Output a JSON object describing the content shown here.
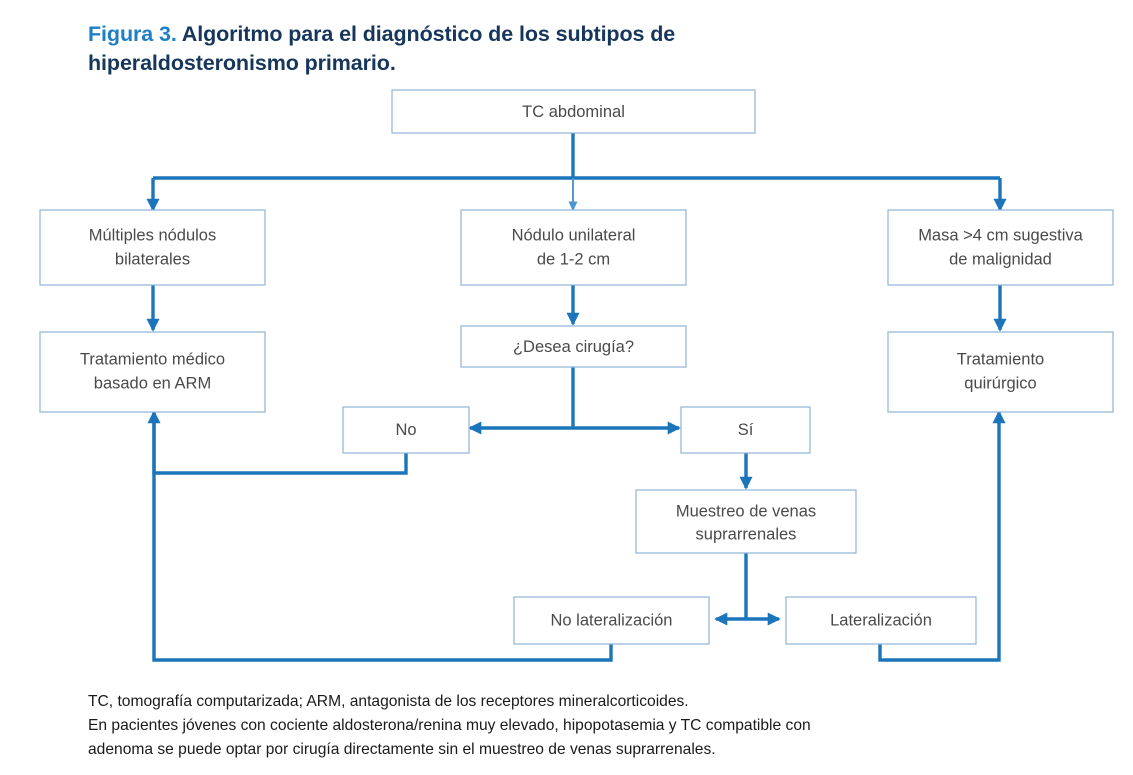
{
  "title": {
    "figure_number": "Figura 3.",
    "text": "Algoritmo para el diagnóstico de los subtipos de hiperaldosteronismo primario.",
    "number_color": "#1f7fc4",
    "text_color": "#16365c"
  },
  "colors": {
    "connector": "#1b75bb",
    "connector_thin": "#4a95d0",
    "box_border": "#8eb4d6",
    "box_fill": "#ffffff",
    "node_text": "#4a4a4a"
  },
  "chart_data": {
    "type": "diagram",
    "subtype": "flowchart",
    "title": "Algoritmo para el diagnóstico de los subtipos de hiperaldosteronismo primario.",
    "nodes": [
      {
        "id": "tc",
        "label": "TC abdominal",
        "lines": [
          "TC abdominal"
        ]
      },
      {
        "id": "multiples",
        "label": "Múltiples nódulos bilaterales",
        "lines": [
          "Múltiples nódulos",
          "bilaterales"
        ]
      },
      {
        "id": "nodulo",
        "label": "Nódulo unilateral de 1-2 cm",
        "lines": [
          "Nódulo unilateral",
          "de 1-2 cm"
        ]
      },
      {
        "id": "masa",
        "label": "Masa >4 cm sugestiva de malignidad",
        "lines": [
          "Masa >4 cm sugestiva",
          "de malignidad"
        ]
      },
      {
        "id": "tto_medico",
        "label": "Tratamiento médico basado en ARM",
        "lines": [
          "Tratamiento médico",
          "basado en ARM"
        ]
      },
      {
        "id": "desea",
        "label": "¿Desea cirugía?",
        "lines": [
          "¿Desea cirugía?"
        ]
      },
      {
        "id": "tto_quirurgico",
        "label": "Tratamiento quirúrgico",
        "lines": [
          "Tratamiento",
          "quirúrgico"
        ]
      },
      {
        "id": "no",
        "label": "No",
        "lines": [
          "No"
        ]
      },
      {
        "id": "si",
        "label": "Sí",
        "lines": [
          "Sí"
        ]
      },
      {
        "id": "muestreo",
        "label": "Muestreo de venas suprarrenales",
        "lines": [
          "Muestreo de venas",
          "suprarrenales"
        ]
      },
      {
        "id": "no_lat",
        "label": "No lateralización",
        "lines": [
          "No lateralización"
        ]
      },
      {
        "id": "lat",
        "label": "Lateralización",
        "lines": [
          "Lateralización"
        ]
      }
    ],
    "edges": [
      {
        "from": "tc",
        "to": "multiples"
      },
      {
        "from": "tc",
        "to": "nodulo"
      },
      {
        "from": "tc",
        "to": "masa"
      },
      {
        "from": "multiples",
        "to": "tto_medico"
      },
      {
        "from": "nodulo",
        "to": "desea"
      },
      {
        "from": "masa",
        "to": "tto_quirurgico"
      },
      {
        "from": "desea",
        "to": "no"
      },
      {
        "from": "desea",
        "to": "si"
      },
      {
        "from": "no",
        "to": "tto_medico"
      },
      {
        "from": "si",
        "to": "muestreo"
      },
      {
        "from": "muestreo",
        "to": "no_lat"
      },
      {
        "from": "muestreo",
        "to": "lat"
      },
      {
        "from": "no_lat",
        "to": "tto_medico"
      },
      {
        "from": "lat",
        "to": "tto_quirurgico"
      }
    ]
  },
  "nodes": {
    "tc": {
      "line1": "TC abdominal",
      "line2": ""
    },
    "multiples": {
      "line1": "Múltiples nódulos",
      "line2": "bilaterales"
    },
    "nodulo": {
      "line1": "Nódulo unilateral",
      "line2": "de 1-2 cm"
    },
    "masa": {
      "line1": "Masa >4 cm sugestiva",
      "line2": "de malignidad"
    },
    "tto_medico": {
      "line1": "Tratamiento médico",
      "line2": "basado en ARM"
    },
    "desea": {
      "line1": "¿Desea cirugía?",
      "line2": ""
    },
    "tto_quirurgico": {
      "line1": "Tratamiento",
      "line2": "quirúrgico"
    },
    "no": {
      "line1": "No",
      "line2": ""
    },
    "si": {
      "line1": "Sí",
      "line2": ""
    },
    "muestreo": {
      "line1": "Muestreo de venas",
      "line2": "suprarrenales"
    },
    "no_lat": {
      "line1": "No lateralización",
      "line2": ""
    },
    "lat": {
      "line1": "Lateralización",
      "line2": ""
    }
  },
  "notes": {
    "line1": "TC, tomografía computarizada; ARM, antagonista de los receptores mineralcorticoides.",
    "line2": "En pacientes jóvenes con cociente aldosterona/renina muy elevado, hipopotasemia y TC compatible con",
    "line3": "adenoma se puede optar por cirugía directamente sin el muestreo de venas suprarrenales."
  }
}
